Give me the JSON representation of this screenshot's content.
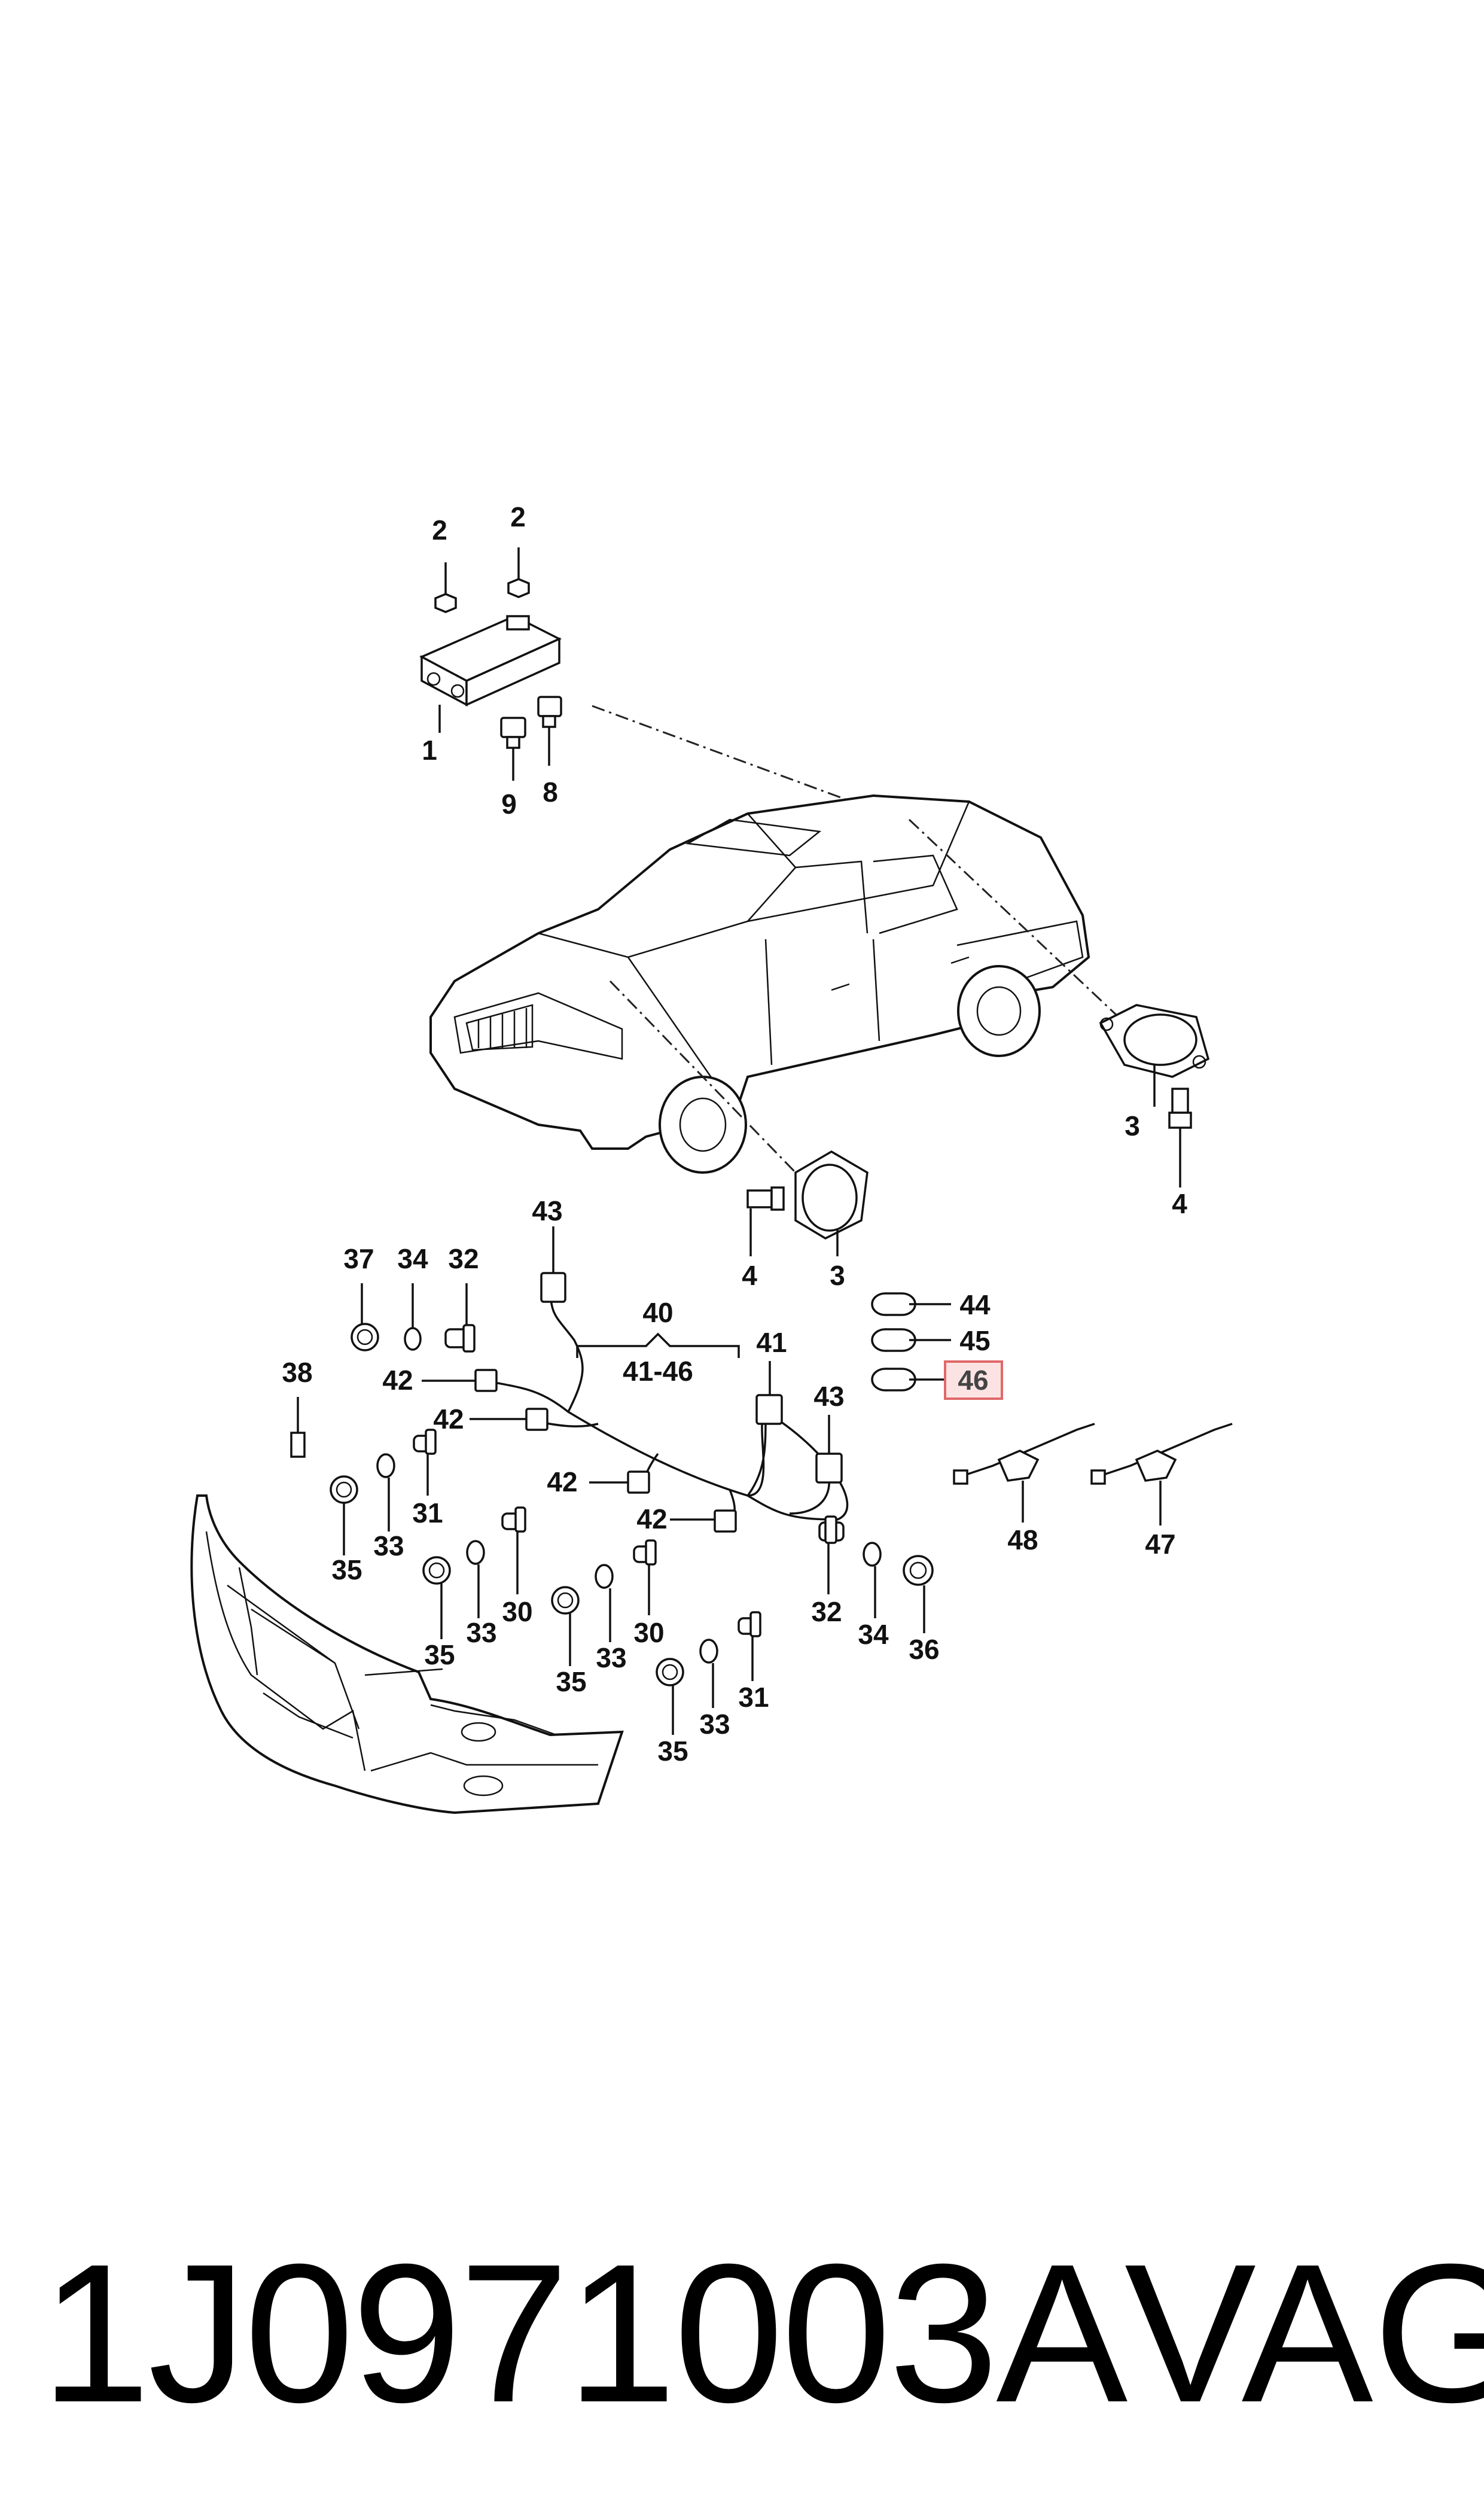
{
  "diagram": {
    "callouts": [
      {
        "id": "c2a",
        "text": "2"
      },
      {
        "id": "c2b",
        "text": "2"
      },
      {
        "id": "c1",
        "text": "1"
      },
      {
        "id": "c9",
        "text": "9"
      },
      {
        "id": "c8",
        "text": "8"
      },
      {
        "id": "c3r",
        "text": "3"
      },
      {
        "id": "c4r",
        "text": "4"
      },
      {
        "id": "c4f",
        "text": "4"
      },
      {
        "id": "c3f",
        "text": "3"
      },
      {
        "id": "c43a",
        "text": "43"
      },
      {
        "id": "c37",
        "text": "37"
      },
      {
        "id": "c34a",
        "text": "34"
      },
      {
        "id": "c32a",
        "text": "32"
      },
      {
        "id": "c40",
        "text": "40"
      },
      {
        "id": "c4146",
        "text": "41-46"
      },
      {
        "id": "c41",
        "text": "41"
      },
      {
        "id": "c44",
        "text": "44"
      },
      {
        "id": "c45",
        "text": "45"
      },
      {
        "id": "c46",
        "text": "46"
      },
      {
        "id": "c38",
        "text": "38"
      },
      {
        "id": "c42a",
        "text": "42"
      },
      {
        "id": "c42b",
        "text": "42"
      },
      {
        "id": "c43b",
        "text": "43"
      },
      {
        "id": "c42c",
        "text": "42"
      },
      {
        "id": "c42d",
        "text": "42"
      },
      {
        "id": "c31a",
        "text": "31"
      },
      {
        "id": "c35a",
        "text": "35"
      },
      {
        "id": "c33a",
        "text": "33"
      },
      {
        "id": "c30a",
        "text": "30"
      },
      {
        "id": "c35b",
        "text": "35"
      },
      {
        "id": "c33b",
        "text": "33"
      },
      {
        "id": "c35c",
        "text": "35"
      },
      {
        "id": "c33c",
        "text": "33"
      },
      {
        "id": "c30b",
        "text": "30"
      },
      {
        "id": "c32b",
        "text": "32"
      },
      {
        "id": "c34b",
        "text": "34"
      },
      {
        "id": "c36",
        "text": "36"
      },
      {
        "id": "c31b",
        "text": "31"
      },
      {
        "id": "c35d",
        "text": "35"
      },
      {
        "id": "c33d",
        "text": "33"
      },
      {
        "id": "c48",
        "text": "48"
      },
      {
        "id": "c47",
        "text": "47"
      }
    ],
    "highlighted_callout": "46",
    "highlight_color": "#e06868"
  },
  "footer": {
    "part_number": "1J0971003A",
    "brand": "VAG"
  }
}
